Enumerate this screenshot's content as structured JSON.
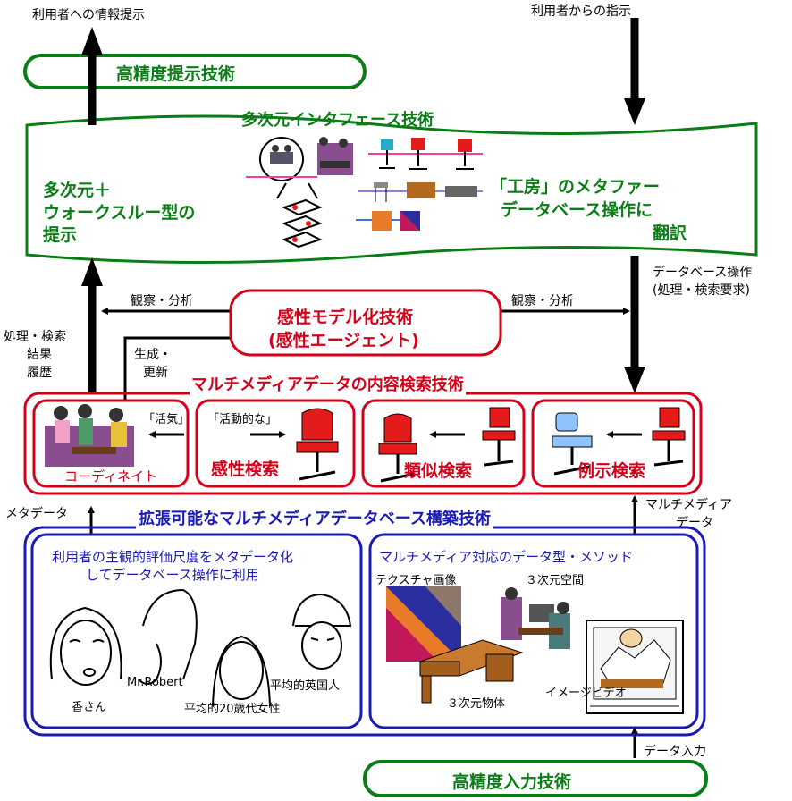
{
  "io": {
    "top_left": "利用者への情報提示",
    "top_right": "利用者からの指示",
    "output_tech": "高精度提示技術",
    "input_tech": "高精度入力技術",
    "data_input": "データ入力"
  },
  "interface": {
    "title": "多次元インタフェース技術",
    "left_line1": "多次元＋",
    "left_line2": "ウォークスルー型の",
    "left_line3": "提示",
    "right_line1": "「工房」のメタファー",
    "right_line2": "データベース操作に",
    "right_line3": "翻訳"
  },
  "agent": {
    "line1": "感性モデル化技術",
    "line2": "(感性エージェント)",
    "left_label": "観察・分析",
    "right_label": "観察・分析"
  },
  "side_labels": {
    "db_operation": "データベース操作",
    "db_operation_sub": "(処理・検索要求)",
    "history_1": "処理・検索",
    "history_2": "結果",
    "history_3": "履歴",
    "gen_1": "生成・",
    "gen_2": "更新",
    "metadata": "メタデータ",
    "mm_data_1": "マルチメディア",
    "mm_data_2": "データ"
  },
  "search": {
    "title": "マルチメディアデータの内容検索技術",
    "coordinate": "コーディネイト",
    "kassei_quote": "「活気」",
    "katsudou_quote": "「活動的な」",
    "kansei_search": "感性検索",
    "ruiji_search": "類似検索",
    "reiji_search": "例示検索"
  },
  "database": {
    "title": "拡張可能なマルチメディアデータベース構築技術",
    "left_line1": "利用者の主観的評価尺度をメタデータ化",
    "left_line2": "してデータベース操作に利用",
    "right_title": "マルチメディア対応のデータ型・メソッド",
    "kaori": "香さん",
    "mr_robert": "Mr.Robert",
    "avg_20s_woman": "平均的20歳代女性",
    "avg_british": "平均的英国人",
    "texture": "テクスチャ画像",
    "space3d": "３次元空間",
    "object3d": "３次元物体",
    "image_video": "イメージビデオ"
  },
  "colors": {
    "green": "#0a7d16",
    "red": "#d4001a",
    "blue": "#1a1ab4"
  }
}
